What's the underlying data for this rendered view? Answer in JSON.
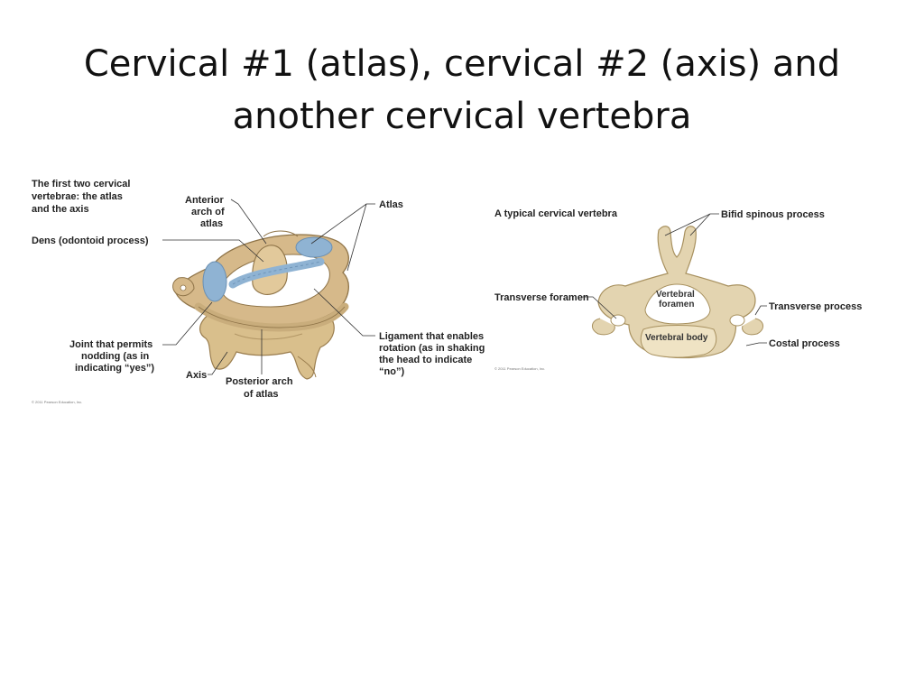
{
  "slide": {
    "title_lines": [
      "Cervical #1 (atlas), cervical #2 (axis) and",
      "another cervical vertebra"
    ]
  },
  "left_figure": {
    "caption_lines": [
      "The first two cervical",
      "vertebrae: the atlas",
      "and the axis"
    ],
    "labels": {
      "anterior_arch": [
        "Anterior",
        "arch of",
        "atlas"
      ],
      "atlas": "Atlas",
      "dens": "Dens  (odontoid process)",
      "joint_nodding": [
        "Joint that permits",
        "nodding (as in",
        "indicating “yes”)"
      ],
      "axis": "Axis",
      "posterior_arch": [
        "Posterior arch",
        "of atlas"
      ],
      "ligament": [
        "Ligament that enables",
        "rotation (as in shaking",
        "the head to indicate",
        "“no”)"
      ]
    },
    "copyright": "© 2011 Pearson Education, Inc."
  },
  "right_figure": {
    "caption": "A typical cervical vertebra",
    "labels": {
      "bifid_spinous": "Bifid spinous process",
      "transverse_foramen": "Transverse foramen",
      "vertebral_foramen": [
        "Vertebral",
        "foramen"
      ],
      "transverse_process": "Transverse process",
      "vertebral_body": "Vertebral body",
      "costal_process": "Costal process"
    },
    "copyright": "© 2011 Pearson Education, Inc."
  },
  "colors": {
    "bone": "#d9c08e",
    "bone_dark": "#a88a5a",
    "cartilage": "#8fb3d3",
    "text": "#222222"
  }
}
